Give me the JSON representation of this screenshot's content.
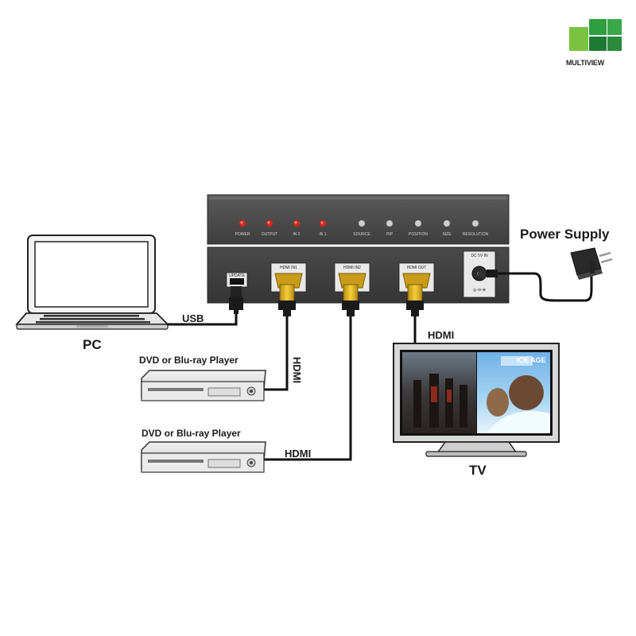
{
  "brand": {
    "name": "MULTIVIEW",
    "colors": [
      "#7cc242",
      "#2f9e3e",
      "#1d7a34"
    ]
  },
  "front_panel": {
    "leds": [
      "POWER",
      "OUTPUT",
      "IN 2",
      "IN 1"
    ],
    "buttons": [
      "SOURCE",
      "PIP",
      "POSITION",
      "SIZE",
      "RESOLUTION"
    ],
    "led_color": "#e0261b"
  },
  "rear_panel": {
    "ports": [
      "UPDATE",
      "HDMI IN1",
      "HDMI IN2",
      "HDMI OUT",
      "DC 5V IN"
    ],
    "power_jack_mark": "◎-⊖-⊕"
  },
  "labels": {
    "power_supply": "Power Supply",
    "pc": "PC",
    "usb": "USB",
    "dvd1": "DVD or Blu-ray Player",
    "dvd2": "DVD or Blu-ray Player",
    "hdmi_vertical": "HDMI",
    "hdmi_dvd2": "HDMI",
    "hdmi_tv": "HDMI",
    "tv": "TV"
  },
  "tv_screen": {
    "logo": "ICE AGE"
  }
}
